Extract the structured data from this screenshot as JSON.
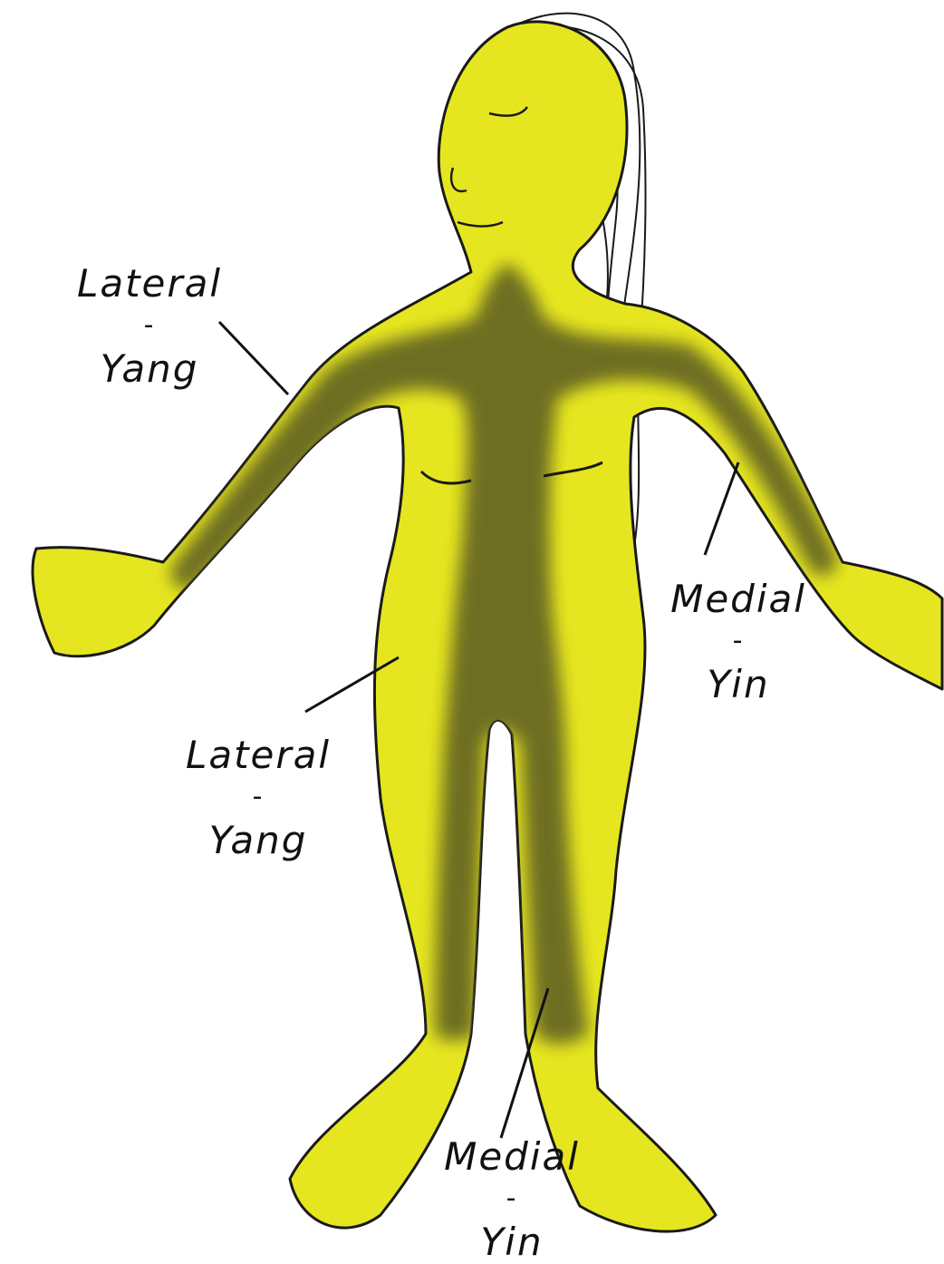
{
  "labels": {
    "arm_lateral": {
      "term": "Lateral",
      "dash": "-",
      "meridian": "Yang"
    },
    "arm_medial": {
      "term": "Medial",
      "dash": "-",
      "meridian": "Yin"
    },
    "leg_lateral": {
      "term": "Lateral",
      "dash": "-",
      "meridian": "Yang"
    },
    "leg_medial": {
      "term": "Medial",
      "dash": "-",
      "meridian": "Yin"
    }
  },
  "colors": {
    "body_fill": "#e6e620",
    "medial_band": "#6e6e22",
    "outline": "#1a1a1a",
    "hair": "#ffffff"
  }
}
